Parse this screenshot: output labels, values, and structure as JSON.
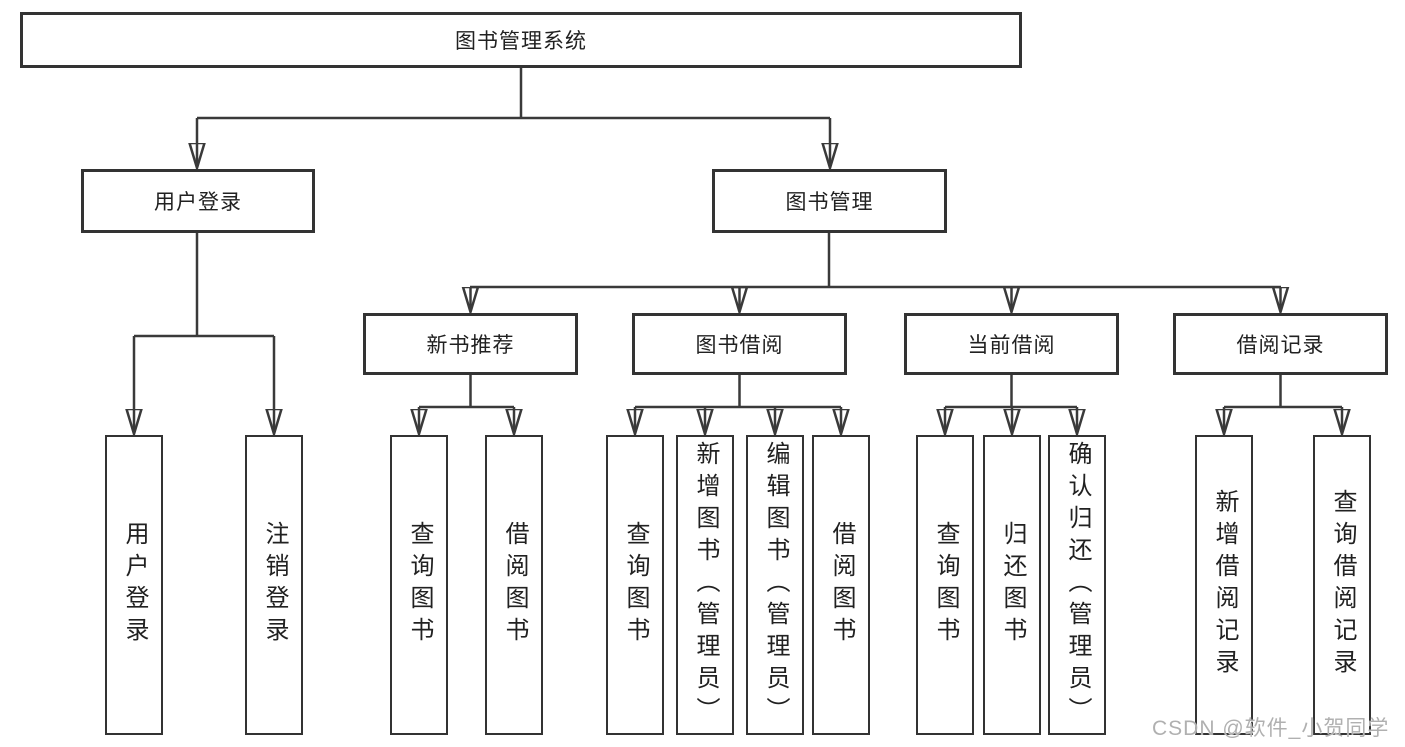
{
  "diagram": {
    "root": {
      "label": "图书管理系统"
    },
    "branches": [
      {
        "label": "用户登录",
        "children": [
          "用户登录",
          "注销登录"
        ]
      },
      {
        "label": "图书管理",
        "sections": [
          {
            "label": "新书推荐",
            "children": [
              "查询图书",
              "借阅图书"
            ]
          },
          {
            "label": "图书借阅",
            "children": [
              "查询图书",
              "新增图书（管理员）",
              "编辑图书（管理员）",
              "借阅图书"
            ]
          },
          {
            "label": "当前借阅",
            "children": [
              "查询图书",
              "归还图书",
              "确认归还（管理员）"
            ]
          },
          {
            "label": "借阅记录",
            "children": [
              "新增借阅记录",
              "查询借阅记录"
            ]
          }
        ]
      }
    ],
    "watermark": "CSDN @软件_小贺同学",
    "colors": {
      "line": "#3a3a3a",
      "border": "#333333",
      "text": "#212121",
      "background": "#ffffff",
      "watermark": "#b0b0b0"
    }
  }
}
